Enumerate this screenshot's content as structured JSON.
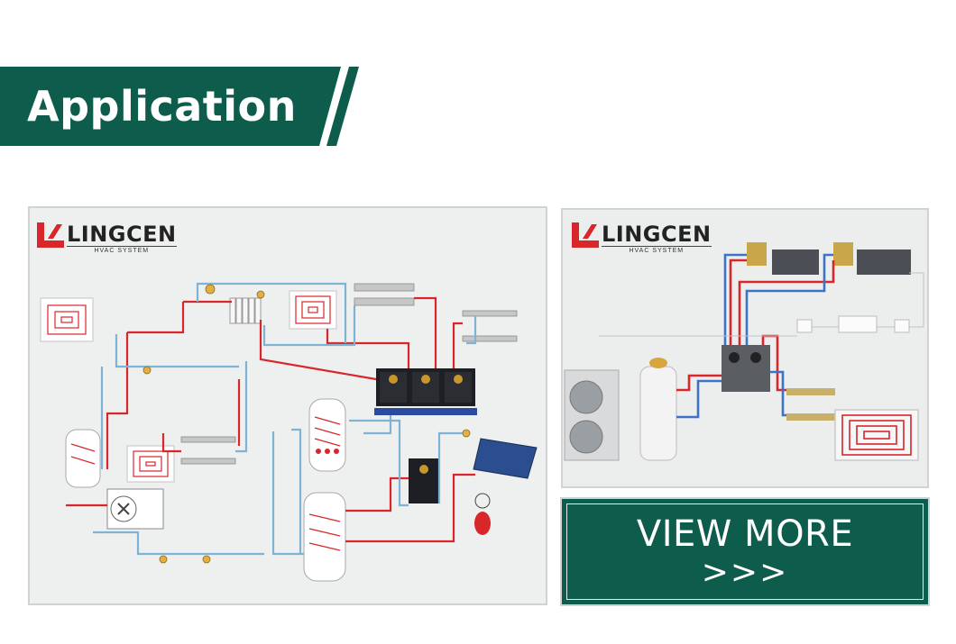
{
  "banner": {
    "title": "Application",
    "color": "#0e5c4b"
  },
  "left_photo": {
    "brand_name": "LINGCEN",
    "brand_sub": "HVAC SYSTEM"
  },
  "right_photo": {
    "brand_name": "LINGCEN",
    "brand_sub": "HVAC SYSTEM"
  },
  "view_more": {
    "label": "VIEW MORE",
    "arrows": ">>>"
  },
  "colors": {
    "accent": "#0e5c4b",
    "logo_red": "#d8262b",
    "pipe_red": "#d8262b",
    "pipe_blue": "#7fb3d6"
  }
}
